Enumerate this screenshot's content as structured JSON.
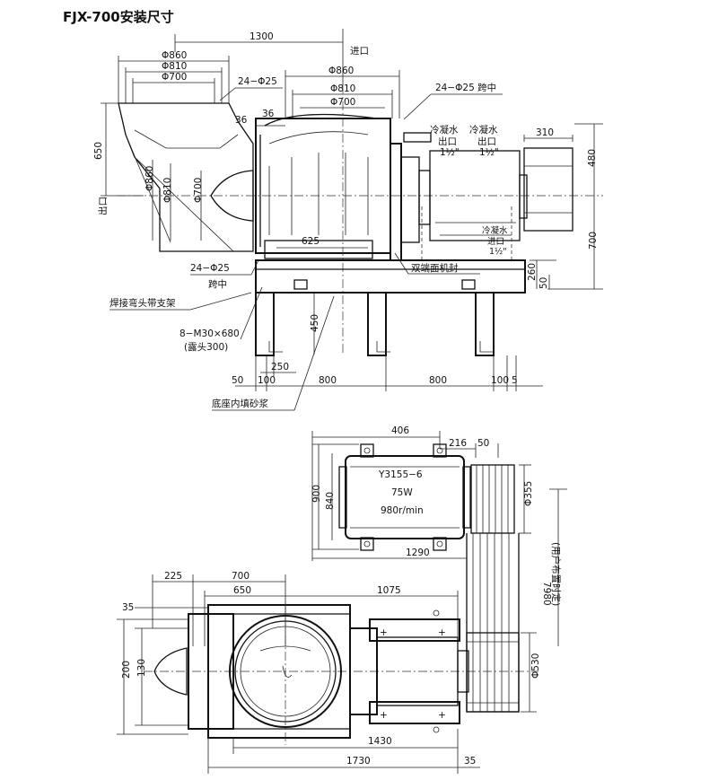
{
  "title": "FJX-700安装尺寸",
  "top_view": {
    "dims": {
      "d1300": "1300",
      "d860a": "Φ860",
      "d810a": "Φ810",
      "d700a": "Φ700",
      "d860b": "Φ860",
      "d810b": "Φ810",
      "d700b": "Φ700",
      "d650": "650",
      "d36": "36",
      "d36b": "36",
      "d860c": "Φ860",
      "d810c": "Φ810",
      "d700c": "Φ700",
      "d625": "625",
      "d310": "310",
      "d480": "480",
      "d700v": "700",
      "d260": "260",
      "d50v": "50",
      "d450": "450",
      "d250": "250",
      "d50": "50",
      "d100a": "100",
      "d800a": "800",
      "d800b": "800",
      "d100b": "100",
      "d5": "5"
    },
    "labels": {
      "inlet": "进口",
      "outlet": "出口",
      "bolt_top_left": "24−Φ25",
      "bolt_top_right": "24−Φ25  跨中",
      "bolt_bottom": "24−Φ25",
      "span_mid": "跨中",
      "cooling_out_1": "冷凝水",
      "cooling_out_1b": "出口",
      "cooling_out_1c": "1½\"",
      "cooling_out_2": "冷凝水",
      "cooling_out_2b": "出口",
      "cooling_out_2c": "1½\"",
      "cooling_in": "冷凝水",
      "cooling_in_b": "进口",
      "cooling_in_c": "1½\"",
      "seal": "双端面机封",
      "welded_elbow": "焊接弯头带支架",
      "anchor_bolts": "8−M30×680",
      "anchor_bolts_b": "(露头300)",
      "base_fill": "底座内填砂浆"
    }
  },
  "plan_view": {
    "dims": {
      "d406": "406",
      "d216": "216",
      "d50": "50",
      "d900": "900",
      "d840": "840",
      "d355": "Φ355",
      "d1290": "1290",
      "d7980": "7980",
      "d225": "225",
      "d700": "700",
      "d650": "650",
      "d1075": "1075",
      "d35a": "35",
      "d200": "200",
      "d130": "130",
      "d530": "Φ530",
      "d1430": "1430",
      "d1730": "1730",
      "d35b": "35"
    },
    "labels": {
      "motor_model": "Y3155−6",
      "motor_power": "75W",
      "motor_speed": "980r/min",
      "user_layout": "(用户布置时定)"
    }
  }
}
